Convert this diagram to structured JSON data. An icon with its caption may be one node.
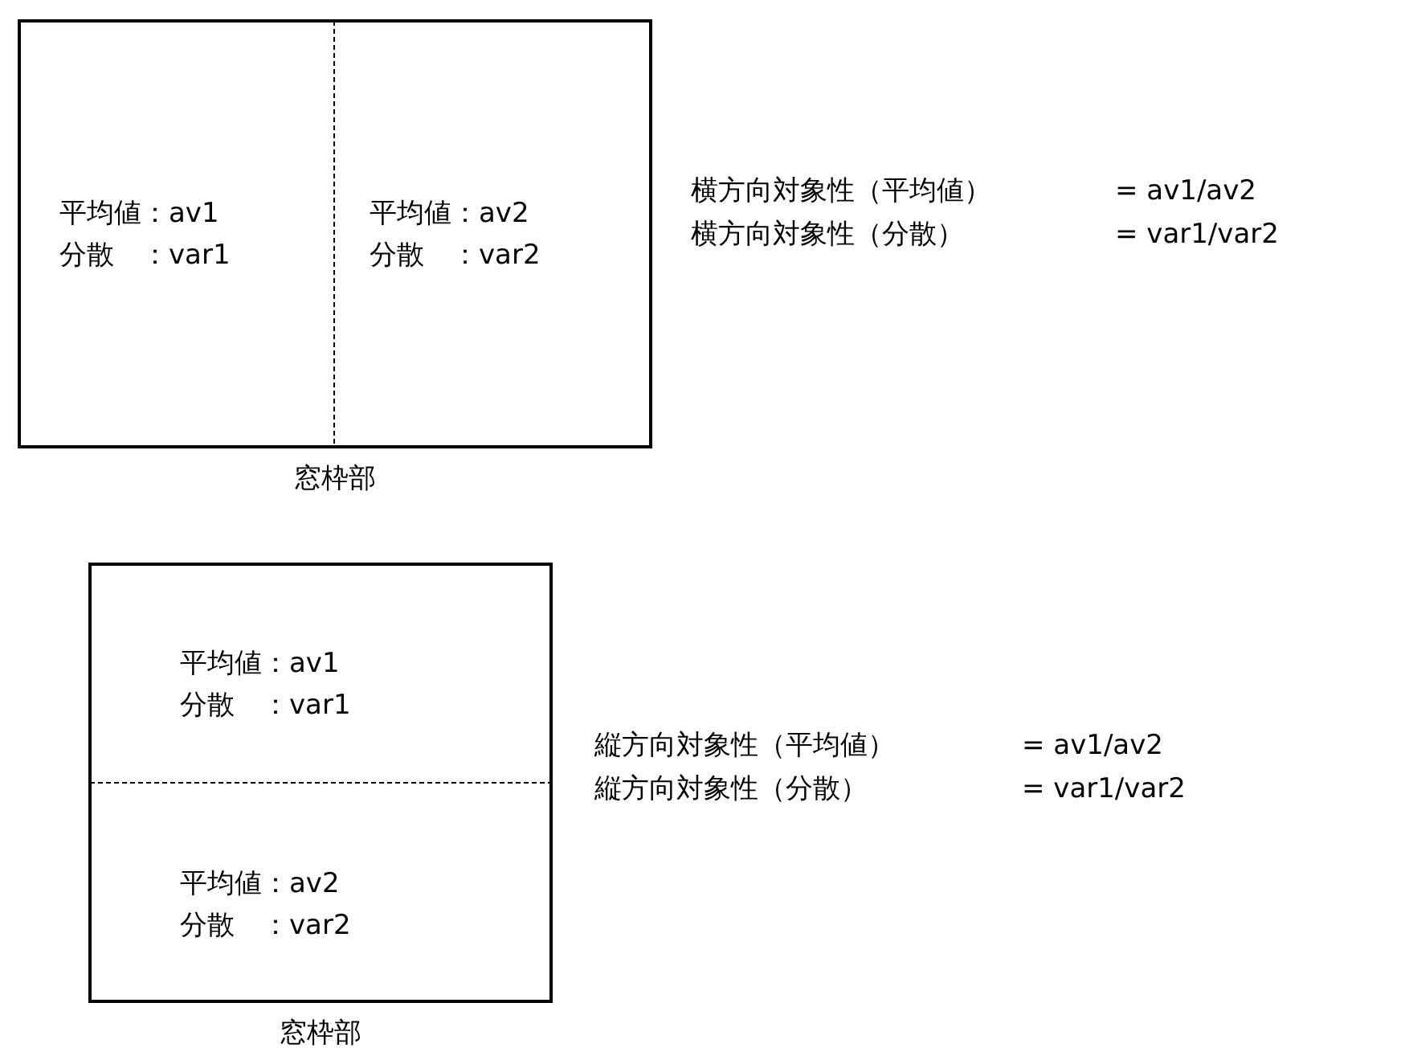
{
  "diagram": {
    "nodes": [
      {
        "text": [],
        "shape": "box",
        "beside": [
          "窓枠部"
        ]
      },
      {
        "text": [
          "平均値：av1",
          "分散　：var1"
        ],
        "in": 0
      },
      {
        "text": [
          "平均値：av2",
          "分散　：var2"
        ],
        "in": 0
      },
      {
        "text": [],
        "shape": "box",
        "beside": [
          "窓枠部"
        ]
      },
      {
        "text": [
          "平均値：av1",
          "分散　：var1"
        ],
        "in": 3
      },
      {
        "text": [
          "平均値：av2",
          "分散　：var2"
        ],
        "in": 3
      }
    ],
    "labels": [
      "横方向対象性（平均値）",
      "= av1/av2",
      "横方向対象性（分散）",
      "= var1/var2",
      "縦方向対象性（平均値）",
      "= av1/av2",
      "縦方向対象性（分散）",
      "= var1/var2"
    ]
  }
}
